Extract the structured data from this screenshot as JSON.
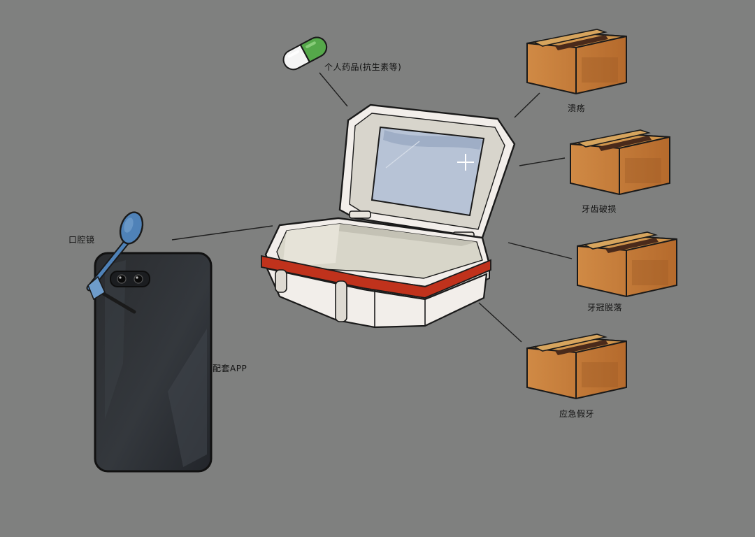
{
  "labels": {
    "pill": "个人药品(抗生素等)",
    "ulcer": "溃疡",
    "broken_tooth": "牙齿破损",
    "crown_loss": "牙冠脱落",
    "emergency_denture": "应急假牙",
    "mirror": "口腔镜",
    "app": "配套APP"
  },
  "colors": {
    "background": "#7f807f",
    "case_white": "#f2eeea",
    "case_inner": "#d8d5cc",
    "case_band": "#c0321c",
    "mirror_glass": "#b7c3d6",
    "pill_green": "#55a84a",
    "box_cardboard": "#c8823e",
    "phone": "#2f3236",
    "dental_mirror": "#4f82b8"
  }
}
